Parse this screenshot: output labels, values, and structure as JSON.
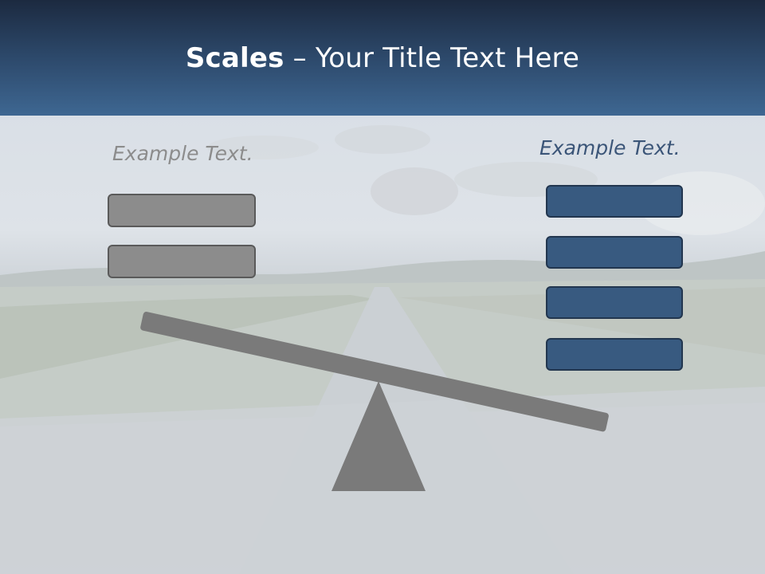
{
  "header": {
    "title_bold": "Scales",
    "title_rest": " – Your Title Text Here"
  },
  "left_side": {
    "caption": "Example Text.",
    "box_count": 2,
    "box_color": "#8c8c8c"
  },
  "right_side": {
    "caption": "Example Text.",
    "box_count": 4,
    "box_color": "#385a80"
  },
  "scale": {
    "beam_color": "#7a7a7a",
    "fulcrum_color": "#7a7a7a",
    "tilt": "right side down"
  },
  "colors": {
    "header_dark": "#1c2a40",
    "header_light": "#3e6792",
    "caption_left": "#8c8c8c",
    "caption_right": "#3b5578"
  },
  "icons": {
    "fulcrum": "triangle-icon"
  }
}
